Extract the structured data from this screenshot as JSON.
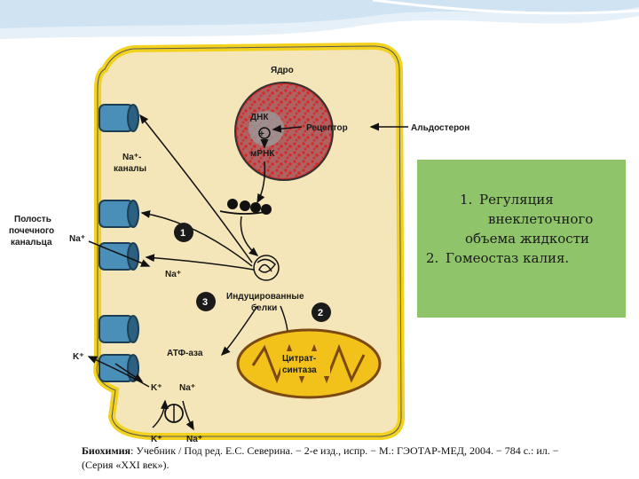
{
  "diagram": {
    "nucleus_label": "Ядро",
    "dna_label": "ДНК",
    "mrna_label": "мРНК",
    "receptor_label": "Рецептор",
    "aldosterone_label": "Альдостерон",
    "na_channels_line1": "Na⁺-",
    "na_channels_line2": "каналы",
    "lumen_line1": "Полость",
    "lumen_line2": "почечного",
    "lumen_line3": "канальца",
    "na_in": "Na⁺",
    "na_out": "Na⁺",
    "induced_line1": "Индуцированные",
    "induced_line2": "белки",
    "atpase_label": "АТФ-аза",
    "citrate_line1": "Цитрат-",
    "citrate_line2": "синтаза",
    "k_left": "K⁺",
    "k_pump": "K⁺",
    "na_pump": "Na⁺",
    "k_bottom": "K⁺",
    "na_bottom": "Na⁺",
    "badge_1": "1",
    "badge_2": "2",
    "badge_3": "3",
    "plus_sign": "+"
  },
  "note": {
    "item1_num": "1.",
    "item1_line1": "Регуляция",
    "item1_line2": "внеклеточного",
    "item1_line3": "объема жидкости",
    "item2_num": "2.",
    "item2_line1": "Гомеостаз калия."
  },
  "caption": {
    "bold": "Биохимия",
    "text_line1": ": Учебник / Под ред. Е.С. Северина. − 2-е изд., испр. − М.: ГЭОТАР-МЕД, 2004. − 784 с.: ил. −",
    "text_line2": "(Серия «XXI век»)."
  },
  "colors": {
    "cell_fill": "#f4e6b8",
    "membrane": "#f2d21e",
    "nucleus_red": "#d42a2a",
    "nucleus_gray": "#8f8f8f",
    "channel_blue": "#4a8fb8",
    "mito_fill": "#f2c21a",
    "note_green": "#8fc46a",
    "wave_blue": "#cfe3f2"
  }
}
